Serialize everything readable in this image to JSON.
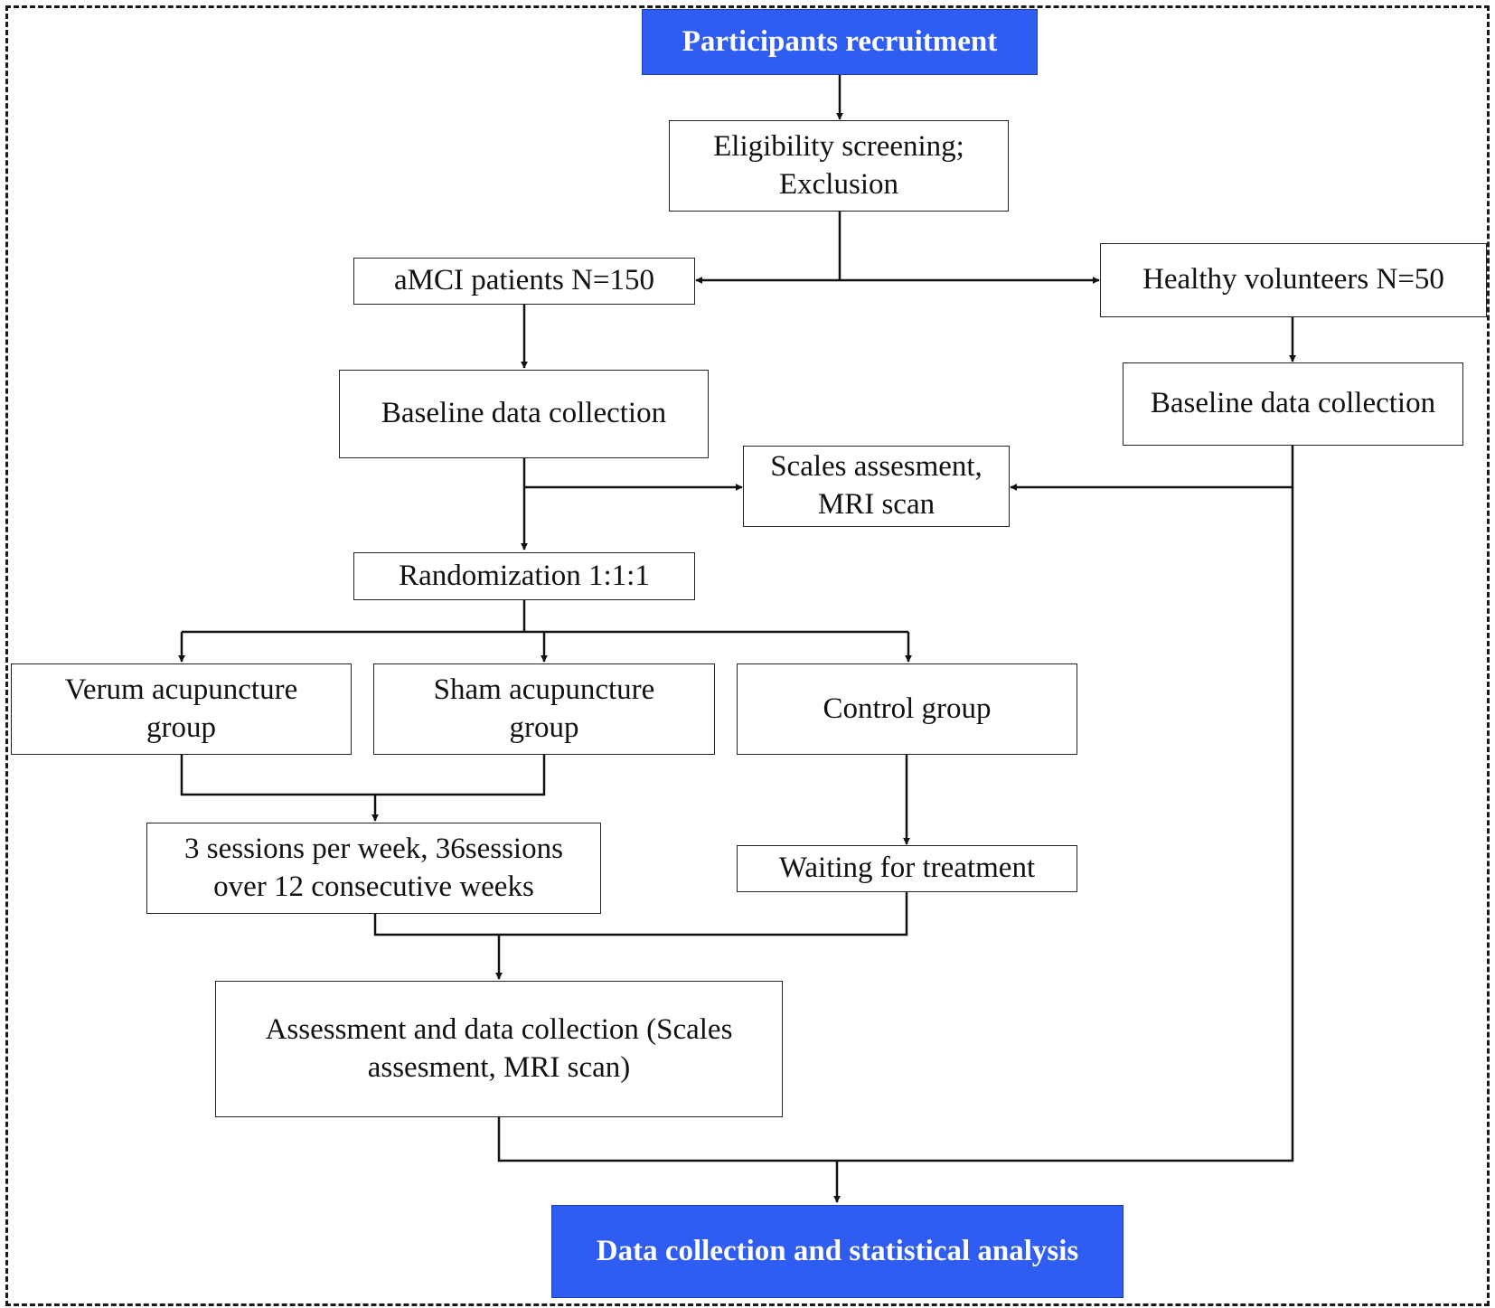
{
  "colors": {
    "highlight": "#2f5df2",
    "line": "#111111",
    "border": "#222222"
  },
  "nodes": {
    "participants_recruitment": "Participants recruitment",
    "eligibility_screening": [
      "Eligibility screening;",
      "Exclusion"
    ],
    "amci_patients": "aMCI patients N=150",
    "healthy_volunteers": "Healthy volunteers N=50",
    "baseline_amci": "Baseline data collection",
    "baseline_healthy": "Baseline data collection",
    "scales_mri": [
      "Scales assesment,",
      "MRI scan"
    ],
    "randomization": "Randomization 1:1:1",
    "verum_group": [
      "Verum acupuncture",
      "group"
    ],
    "sham_group": [
      "Sham acupuncture",
      "group"
    ],
    "control_group": "Control group",
    "sessions": [
      "3 sessions per week, 36sessions",
      "over 12 consecutive weeks"
    ],
    "waiting": "Waiting for treatment",
    "assessment": [
      "Assessment and data collection (Scales",
      "assesment, MRI scan)"
    ],
    "final_analysis": "Data collection and statistical analysis"
  }
}
